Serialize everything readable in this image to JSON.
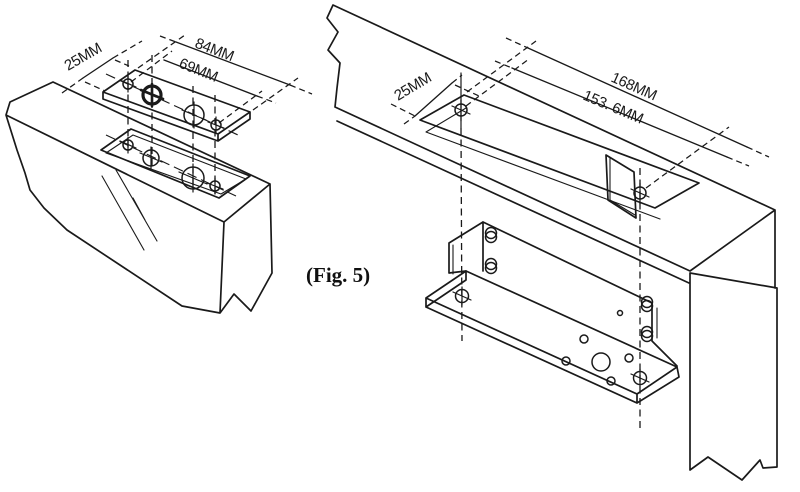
{
  "page": {
    "background": "#ffffff",
    "line_color": "#1a1a1a"
  },
  "caption": "(Fig. 5)",
  "left_diagram": {
    "description_dims": {
      "edge_offset": "25MM",
      "overall_length": "84MM",
      "hole_spacing": "69MM"
    }
  },
  "right_diagram": {
    "description_dims": {
      "edge_offset": "25MM",
      "overall_length": "168MM",
      "hole_spacing": "153. 6MM"
    }
  }
}
